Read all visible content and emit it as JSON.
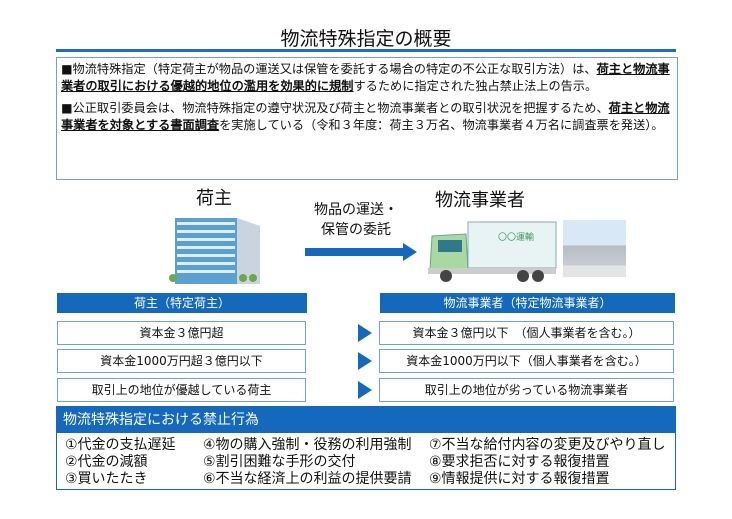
{
  "title": "物流特殊指定の概要",
  "info": {
    "p1_a": "■物流特殊指定（特定荷主が物品の運送又は保管を委託する場合の特定の不公正な取引方法）は、",
    "p1_u": "荷主と物流事業者の取引における優越的地位の濫用を効果的に規制",
    "p1_b": "するために指定された独占禁止法上の告示。",
    "p2_a": "■公正取引委員会は、物流特殊指定の遵守状況及び荷主と物流事業者との取引状況を把握するため、",
    "p2_u": "荷主と物流事業者を対象とする書面調査",
    "p2_b": "を実施している（令和３年度：荷主３万名、物流事業者４万名に調査票を発送）。"
  },
  "diagram": {
    "shipper": "荷主",
    "carrier": "物流事業者",
    "arrow_line1": "物品の運送・",
    "arrow_line2": "保管の委託",
    "truck_text": "〇〇運輸"
  },
  "left": {
    "header": "荷主（特定荷主）",
    "rows": [
      "資本金３億円超",
      "資本金1000万円超３億円以下",
      "取引上の地位が優越している荷主"
    ]
  },
  "right": {
    "header": "物流事業者（特定物流事業者）",
    "rows": [
      "資本金３億円以下　（個人事業者を含む。）",
      "資本金1000万円以下（個人事業者を含む。）",
      "取引上の地位が劣っている物流事業者"
    ]
  },
  "prohibited": {
    "header": "物流特殊指定における禁止行為",
    "col1": [
      "①代金の支払遅延",
      "②代金の減額",
      "③買いたたき"
    ],
    "col2": [
      "④物の購入強制・役務の利用強制",
      "⑤割引困難な手形の交付",
      "⑥不当な経済上の利益の提供要請"
    ],
    "col3": [
      "⑦不当な給付内容の変更及びやり直し",
      "⑧要求拒否に対する報復措置",
      "⑨情報提供に対する報復措置"
    ]
  }
}
